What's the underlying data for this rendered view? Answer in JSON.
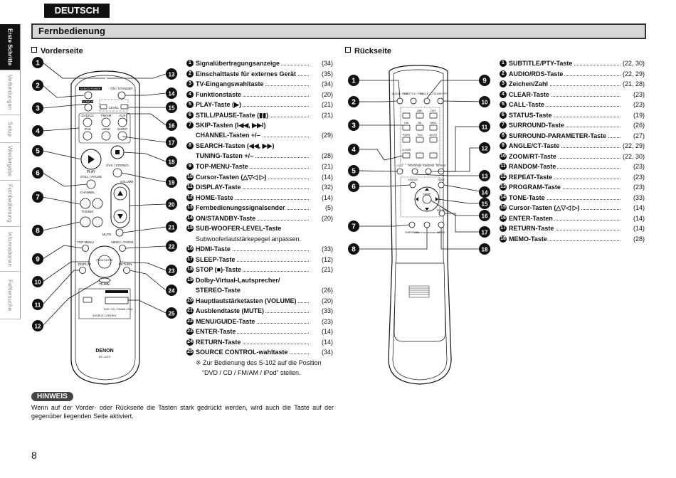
{
  "header": {
    "language": "DEUTSCH",
    "section_title": "Fernbedienung"
  },
  "side_tabs": [
    "Erste Schritte",
    "Verbindungen",
    "Setup",
    "Wiedergabe",
    "Fernbedienung",
    "Informationen",
    "Fehlersuche"
  ],
  "front": {
    "heading": "Vorderseite",
    "items": [
      {
        "n": "1",
        "label": "Signalübertragungsanzeige",
        "page": "(34)"
      },
      {
        "n": "2",
        "label": "Einschalttaste für externes Gerät",
        "page": "(35)"
      },
      {
        "n": "3",
        "label": "TV-Eingangswahltaste",
        "page": "(34)"
      },
      {
        "n": "4",
        "label": "Funktionstaste",
        "page": "(20)"
      },
      {
        "n": "5",
        "label": "PLAY-Taste (▶)",
        "page": "(21)"
      },
      {
        "n": "6",
        "label": "STILL/PAUSE-Taste (▮▮)",
        "page": "(21)"
      },
      {
        "n": "7",
        "label": "SKIP-Tasten (I◀◀, ▶▶I)",
        "page": "(21)",
        "label2": "CHANNEL-Tasten +/–",
        "page2": "(29)"
      },
      {
        "n": "8",
        "label": "SEARCH-Tasten (◀◀, ▶▶)",
        "page": "(21)",
        "label2": "TUNING-Tasten +/–",
        "page2": "(28)"
      },
      {
        "n": "9",
        "label": "TOP-MENU-Taste",
        "page": "(21)"
      },
      {
        "n": "10",
        "label": "Cursor-Tasten (△▽◁ ▷)",
        "page": "(14)"
      },
      {
        "n": "11",
        "label": "DISPLAY-Taste",
        "page": "(32)"
      },
      {
        "n": "12",
        "label": "HOME-Taste",
        "page": "(14)"
      },
      {
        "n": "13",
        "label": "Fernbedienungssignalsender",
        "page": "(5)"
      },
      {
        "n": "14",
        "label": "ON/STANDBY-Taste",
        "page": "(20)"
      },
      {
        "n": "15",
        "label": "SUB-WOOFER-LEVEL-Taste",
        "page": "",
        "note": "Subwooferlautstärkepegel anpassen."
      },
      {
        "n": "16",
        "label": "HDMI-Taste",
        "page": "(33)"
      },
      {
        "n": "17",
        "label": "SLEEP-Taste",
        "page": "(12)"
      },
      {
        "n": "18",
        "label": "STOP (■)-Taste",
        "page": "(21)"
      },
      {
        "n": "19",
        "label": "Dolby-Virtual-Lautsprecher/",
        "page": "",
        "label2": "STEREO-Taste",
        "page2": "(26)"
      },
      {
        "n": "20",
        "label": "Hauptlautstärketasten (VOLUME)",
        "page": "(20)"
      },
      {
        "n": "21",
        "label": "Ausblendtaste (MUTE)",
        "page": "(33)"
      },
      {
        "n": "22",
        "label": "MENU/GUIDE-Taste",
        "page": "(23)"
      },
      {
        "n": "23",
        "label": "ENTER-Taste",
        "page": "(14)"
      },
      {
        "n": "24",
        "label": "RETURN-Taste",
        "page": "(14)"
      },
      {
        "n": "25",
        "label": "SOURCE CONTROL-wahltaste",
        "page": "(34)",
        "note": "※ Zur Bedienung des S-102 auf die Position",
        "note2": "“DVD / CD / FM/AM / iPod” stellen."
      }
    ]
  },
  "back": {
    "heading": "Rückseite",
    "items": [
      {
        "n": "1",
        "label": "SUBTITLE/PTY-Taste",
        "page": "(22, 30)"
      },
      {
        "n": "2",
        "label": "AUDIO/RDS-Taste",
        "page": "(22, 29)"
      },
      {
        "n": "3",
        "label": "Zeichen/Zahl",
        "page": "(21, 28)"
      },
      {
        "n": "4",
        "label": "CLEAR-Taste",
        "page": "(23)"
      },
      {
        "n": "5",
        "label": "CALL-Taste",
        "page": "(23)"
      },
      {
        "n": "6",
        "label": "STATUS-Taste",
        "page": "(19)"
      },
      {
        "n": "7",
        "label": "SURROUND-Taste",
        "page": "(26)"
      },
      {
        "n": "8",
        "label": "SURROUND-PARAMETER-Taste",
        "page": "(27)"
      },
      {
        "n": "9",
        "label": "ANGLE/CT-Taste",
        "page": "(22, 29)"
      },
      {
        "n": "10",
        "label": "ZOOM/RT-Taste",
        "page": "(22, 30)"
      },
      {
        "n": "11",
        "label": "RANDOM-Taste",
        "page": "(23)"
      },
      {
        "n": "12",
        "label": "REPEAT-Taste",
        "page": "(23)"
      },
      {
        "n": "13",
        "label": "PROGRAM-Taste",
        "page": "(23)"
      },
      {
        "n": "14",
        "label": "TONE-Taste",
        "page": "(33)"
      },
      {
        "n": "15",
        "label": "Cursor-Tasten (△▽◁ ▷)",
        "page": "(14)"
      },
      {
        "n": "16",
        "label": "ENTER-Tasten",
        "page": "(14)"
      },
      {
        "n": "17",
        "label": "RETURN-Taste",
        "page": "(14)"
      },
      {
        "n": "18",
        "label": "MEMO-Taste",
        "page": "(28)"
      }
    ]
  },
  "remote_front": {
    "labels": [
      "DVD/CD POWER",
      "ON / STANDBY",
      "TV INPUT",
      "LEVEL",
      "DVD/CD",
      "FM/AM",
      "AUX",
      "iPod",
      "HDMI",
      "SLEEP",
      "PLAY",
      "DVS / STEREO",
      "STILL / PAUSE",
      "CHANNEL",
      "VOLUME",
      "TUNING",
      "MUTE",
      "TOP MENU",
      "MENU / GUIDE",
      "DISPLAY",
      "RETURN",
      "HOME",
      "PUSH ENTER",
      "DVD / CD / FM/AM / iPod",
      "SOURCE CONTROL",
      "DENON",
      "RC-1070"
    ],
    "callouts_left": [
      "1",
      "2",
      "3",
      "4",
      "5",
      "6",
      "7",
      "8",
      "9",
      "10",
      "11",
      "12"
    ],
    "callouts_right": [
      "13",
      "14",
      "15",
      "16",
      "17",
      "18",
      "19",
      "20",
      "21",
      "22",
      "23",
      "24",
      "25"
    ]
  },
  "remote_back": {
    "labels": [
      "AUDIO / RDS",
      "SUBTITLE / PTY",
      "ANGLE / CT",
      "ZOOM / RT",
      "ABC",
      "DEF",
      "GHI",
      "JKL",
      "MNO",
      "PQRS",
      "TUV",
      "WXYZ",
      "CLEAR",
      "CALL",
      "PROGRAM",
      "RANDOM",
      "REPEAT",
      "STATUS",
      "TONE",
      "ENTER",
      "RETURN",
      "SURROUND",
      "SURROUND PARAMETER",
      "MEMO"
    ],
    "callouts_left": [
      "1",
      "2",
      "3",
      "4",
      "5",
      "6",
      "7",
      "8"
    ],
    "callouts_right": [
      "9",
      "10",
      "11",
      "12",
      "13",
      "14",
      "15",
      "16",
      "17",
      "18"
    ]
  },
  "note": {
    "badge": "HINWEIS",
    "text": "Wenn auf der Vorder- oder Rückseite die Tasten stark gedrückt werden, wird auch die Taste auf der gegenüber liegenden Seite aktiviert."
  },
  "page_number": "8"
}
